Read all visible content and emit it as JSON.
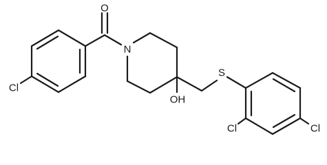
{
  "molecule": {
    "atom_labels": {
      "carbonyl_oxygen": "O",
      "piperidine_nitrogen": "N",
      "hydroxyl": "OH",
      "sulfur": "S",
      "chloro_benzoyl": "Cl",
      "chloro_ortho": "Cl",
      "chloro_para": "Cl"
    }
  }
}
